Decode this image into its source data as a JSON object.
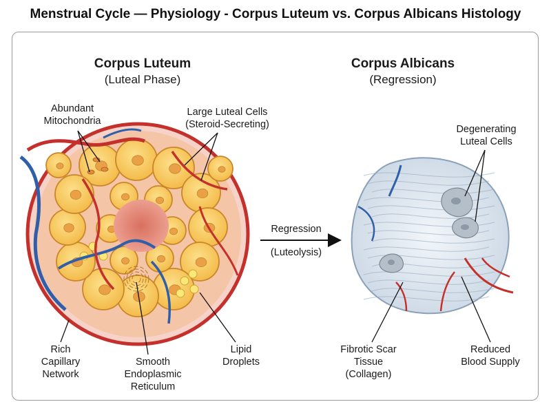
{
  "title": "Menstrual Cycle — Physiology - Corpus Luteum vs. Corpus Albicans Histology",
  "left": {
    "heading": "Corpus Luteum",
    "subheading": "(Luteal Phase)",
    "labels": {
      "mitochondria": [
        "Abundant",
        "Mitochondria"
      ],
      "luteal_cells": [
        "Large Luteal Cells",
        "(Steroid-Secreting)"
      ],
      "capillary": [
        "Rich",
        "Capillary",
        "Network"
      ],
      "ser": [
        "Smooth",
        "Endoplasmic",
        "Reticulum"
      ],
      "lipid": [
        "Lipid",
        "Droplets"
      ]
    }
  },
  "arrow": {
    "top": "Regression",
    "bottom": "(Luteolysis)"
  },
  "right": {
    "heading": "Corpus Albicans",
    "subheading": "(Regression)",
    "labels": {
      "degenerating": [
        "Degenerating",
        "Luteal Cells"
      ],
      "fibrotic": [
        "Fibrotic Scar",
        "Tissue",
        "(Collagen)"
      ],
      "blood": [
        "Reduced",
        "Blood Supply"
      ]
    }
  },
  "colors": {
    "cell_fill": "#f6c24b",
    "cell_edge": "#c9862a",
    "nucleus": "#eaa046",
    "vessel_red": "#c4302b",
    "vessel_blue": "#2f5fa8",
    "collagen": "#dce6f0",
    "lumen": "#e48a7a"
  }
}
